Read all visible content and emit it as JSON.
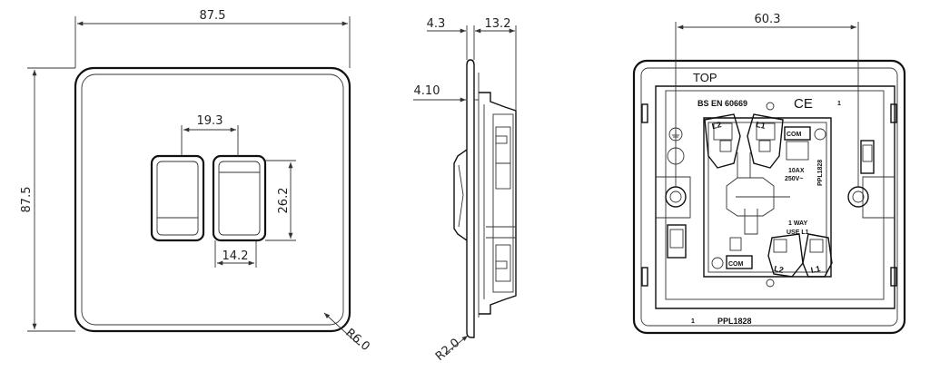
{
  "front_view": {
    "width_dim": "87.5",
    "height_dim": "87.5",
    "gap_dim": "19.3",
    "rocker_height_dim": "26.2",
    "rocker_width_dim": "14.2",
    "corner_radius_dim": "R6.0"
  },
  "side_view": {
    "plate_thickness_dim": "4.3",
    "depth_dim": "13.2",
    "offset_dim": "4.10",
    "edge_radius_dim": "R2.0"
  },
  "rear_view": {
    "fixing_centres_dim": "60.3",
    "top_label": "TOP",
    "standard_label": "BS EN 60669",
    "ce_mark": "CE",
    "terminal_l2": "L2",
    "terminal_l1": "L1",
    "terminal_com": "COM",
    "rating_line1": "10AX",
    "rating_line2": "250V~",
    "side_code": "PPL1828",
    "way_line1": "1 WAY",
    "way_line2": "USE L1",
    "number_top": "1",
    "number_bottom": "1",
    "part_code": "PPL1828"
  }
}
